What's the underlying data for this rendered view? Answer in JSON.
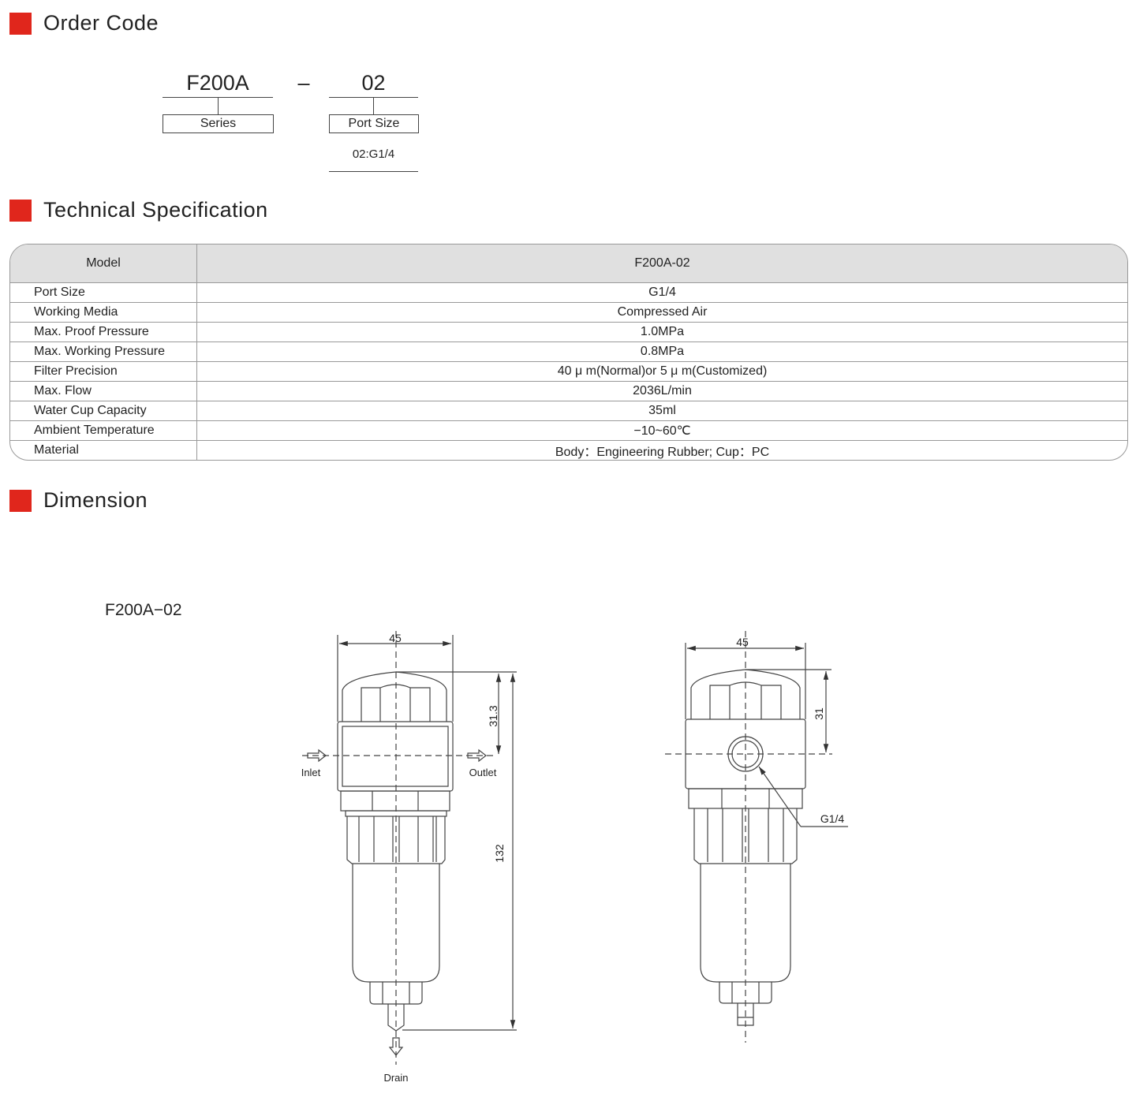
{
  "sections": {
    "order_code": "Order Code",
    "tech_spec": "Technical Specification",
    "dimension": "Dimension"
  },
  "order_code": {
    "series_code": "F200A",
    "separator": "–",
    "port_code": "02",
    "series_label": "Series",
    "port_label": "Port Size",
    "port_options": [
      "02:G1/4"
    ]
  },
  "spec_table": {
    "header": {
      "label": "Model",
      "value": "F200A-02"
    },
    "rows": [
      {
        "label": "Port Size",
        "value": "G1/4"
      },
      {
        "label": "Working Media",
        "value": "Compressed Air"
      },
      {
        "label": "Max. Proof Pressure",
        "value": "1.0MPa"
      },
      {
        "label": "Max. Working Pressure",
        "value": "0.8MPa"
      },
      {
        "label": "Filter Precision",
        "value": "40 μ m(Normal)or 5 μ m(Customized)"
      },
      {
        "label": "Max. Flow",
        "value": "2036L/min"
      },
      {
        "label": "Water Cup Capacity",
        "value": "35ml"
      },
      {
        "label": "Ambient Temperature",
        "value": "−10~60℃"
      },
      {
        "label": "Material",
        "value": "Body：Engineering Rubber; Cup：PC"
      }
    ]
  },
  "dimension": {
    "model_label": "F200A−02",
    "front": {
      "width": "45",
      "top_height": "31.3",
      "total_height": "132",
      "inlet": "Inlet",
      "outlet": "Outlet",
      "drain": "Drain"
    },
    "side": {
      "width": "45",
      "top_height": "31",
      "port": "G1/4"
    }
  },
  "colors": {
    "accent": "#e0261c",
    "table_header": "#e0e0e0"
  }
}
